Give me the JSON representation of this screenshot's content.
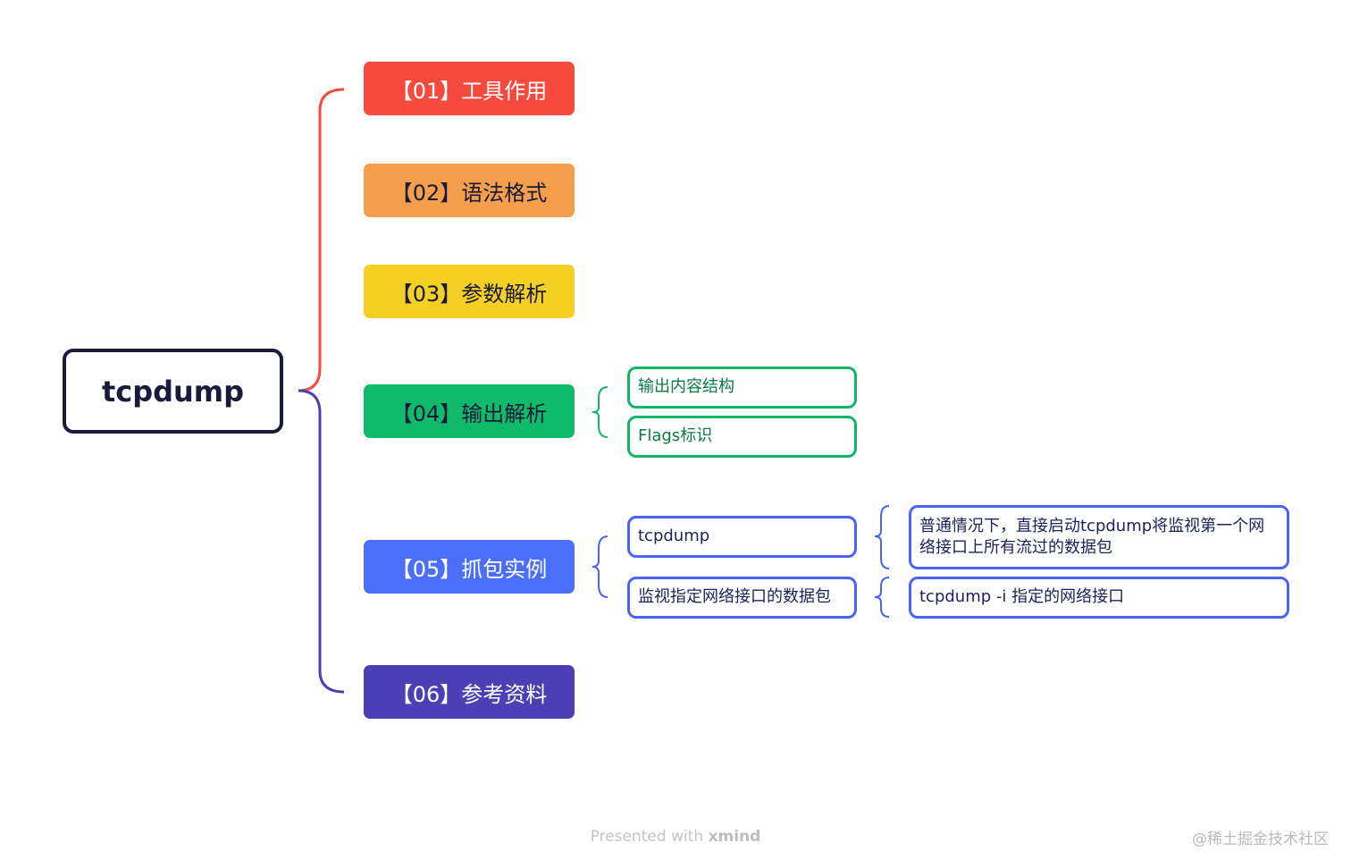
{
  "root": {
    "label": "tcpdump"
  },
  "branches": [
    {
      "label": "【01】工具作用",
      "color": "#f54a3d",
      "text_color": "#ffffff"
    },
    {
      "label": "【02】语法格式",
      "color": "#f59e4b",
      "text_color": "#1a1b3a"
    },
    {
      "label": "【03】参数解析",
      "color": "#f5d024",
      "text_color": "#1a1b3a"
    },
    {
      "label": "【04】输出解析",
      "color": "#0fba6a",
      "text_color": "#1a1b3a"
    },
    {
      "label": "【05】抓包实例",
      "color": "#4b6ff7",
      "text_color": "#ffffff"
    },
    {
      "label": "【06】参考资料",
      "color": "#4c3fb5",
      "text_color": "#ffffff"
    }
  ],
  "output_children": [
    {
      "label": "输出内容结构"
    },
    {
      "label": "Flags标识"
    }
  ],
  "capture_children": [
    {
      "label": "tcpdump",
      "detail": "普通情况下，直接启动tcpdump将监视第一个网络接口上所有流过的数据包"
    },
    {
      "label": "监视指定网络接口的数据包",
      "detail": "tcpdump -i 指定的网络接口"
    }
  ],
  "footer": {
    "prefix": "Presented with",
    "brand": "xmind"
  },
  "watermark": "@稀土掘金技术社区"
}
